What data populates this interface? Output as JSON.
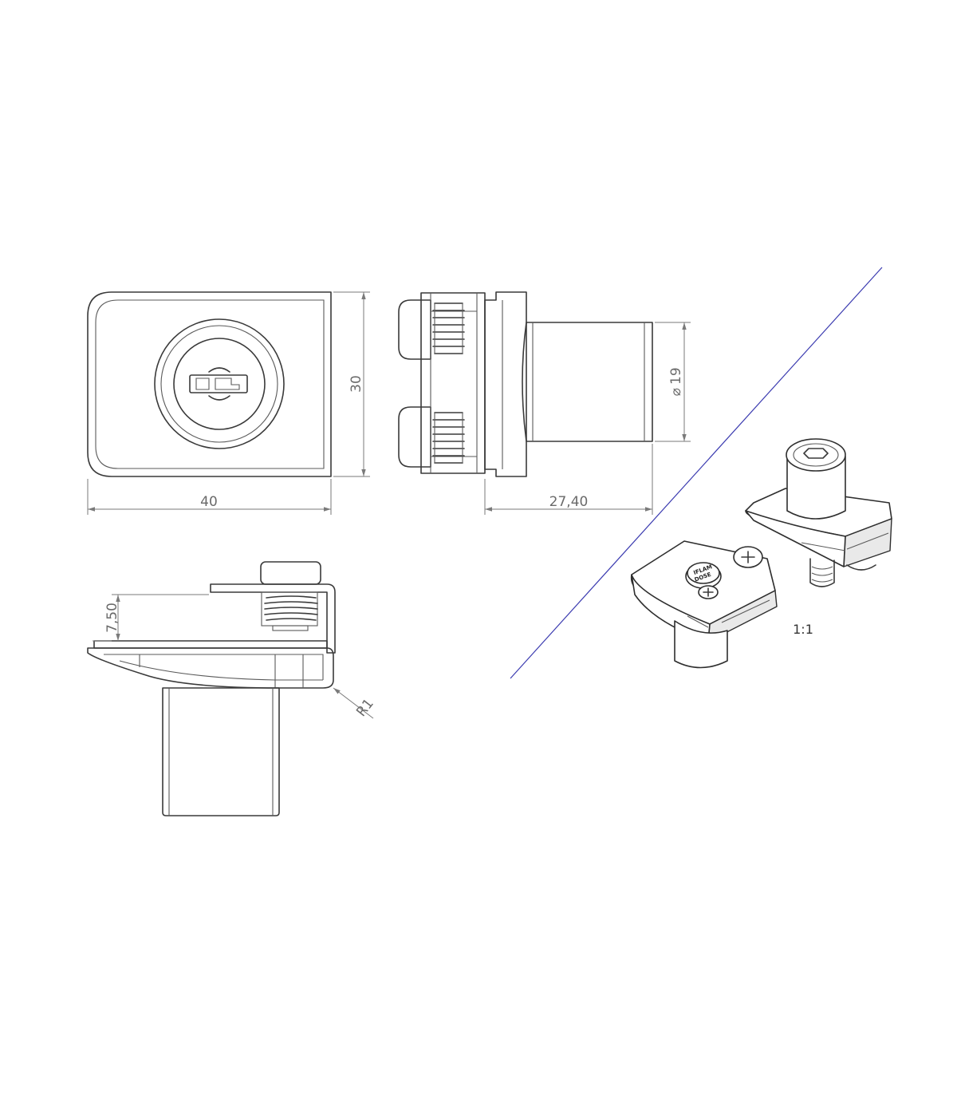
{
  "dimensions": {
    "width_front": "40",
    "height_front": "30",
    "depth_side": "27,40",
    "diameter_cylinder": "19",
    "diameter_symbol": "⌀",
    "offset_bottom": "7,50",
    "radius_bottom": "R1"
  },
  "scale_label": "1:1",
  "accent_colors": {
    "section_line": "#3b3bb0",
    "line": "#3a3a3a",
    "dimension": "#7a7a7a"
  },
  "views": [
    "front-view",
    "side-view",
    "bottom-view",
    "isometric-view"
  ]
}
